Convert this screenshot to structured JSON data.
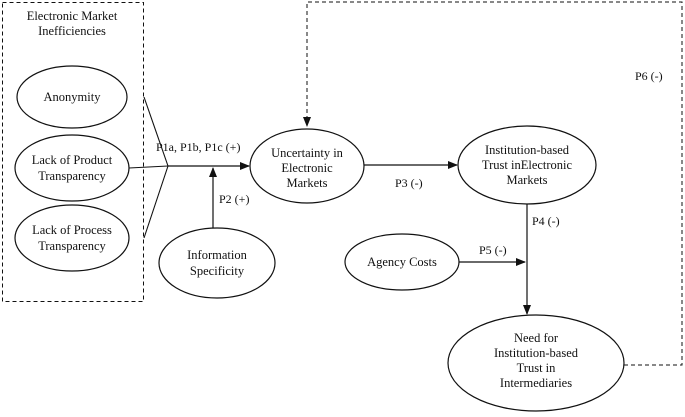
{
  "group": {
    "title_line1": "Electronic Market",
    "title_line2": "Inefficiencies"
  },
  "nodes": {
    "anonymity": [
      "Anonymity"
    ],
    "product_transparency": [
      "Lack of Product",
      "Transparency"
    ],
    "process_transparency": [
      "Lack of Process",
      "Transparency"
    ],
    "information_specificity": [
      "Information",
      "Specificity"
    ],
    "uncertainty": [
      "Uncertainty in",
      "Electronic",
      "Markets"
    ],
    "institution_trust": [
      "Institution-based",
      "Trust inElectronic",
      "Markets"
    ],
    "agency_costs": [
      "Agency Costs"
    ],
    "need_trust": [
      "Need for",
      "Institution-based",
      "Trust in",
      "Intermediaries"
    ]
  },
  "paths": {
    "p1": "P1a, P1b, P1c (+)",
    "p2": "P2 (+)",
    "p3": "P3 (-)",
    "p4": "P4 (-)",
    "p5": "P5 (-)",
    "p6": "P6 (-)"
  }
}
